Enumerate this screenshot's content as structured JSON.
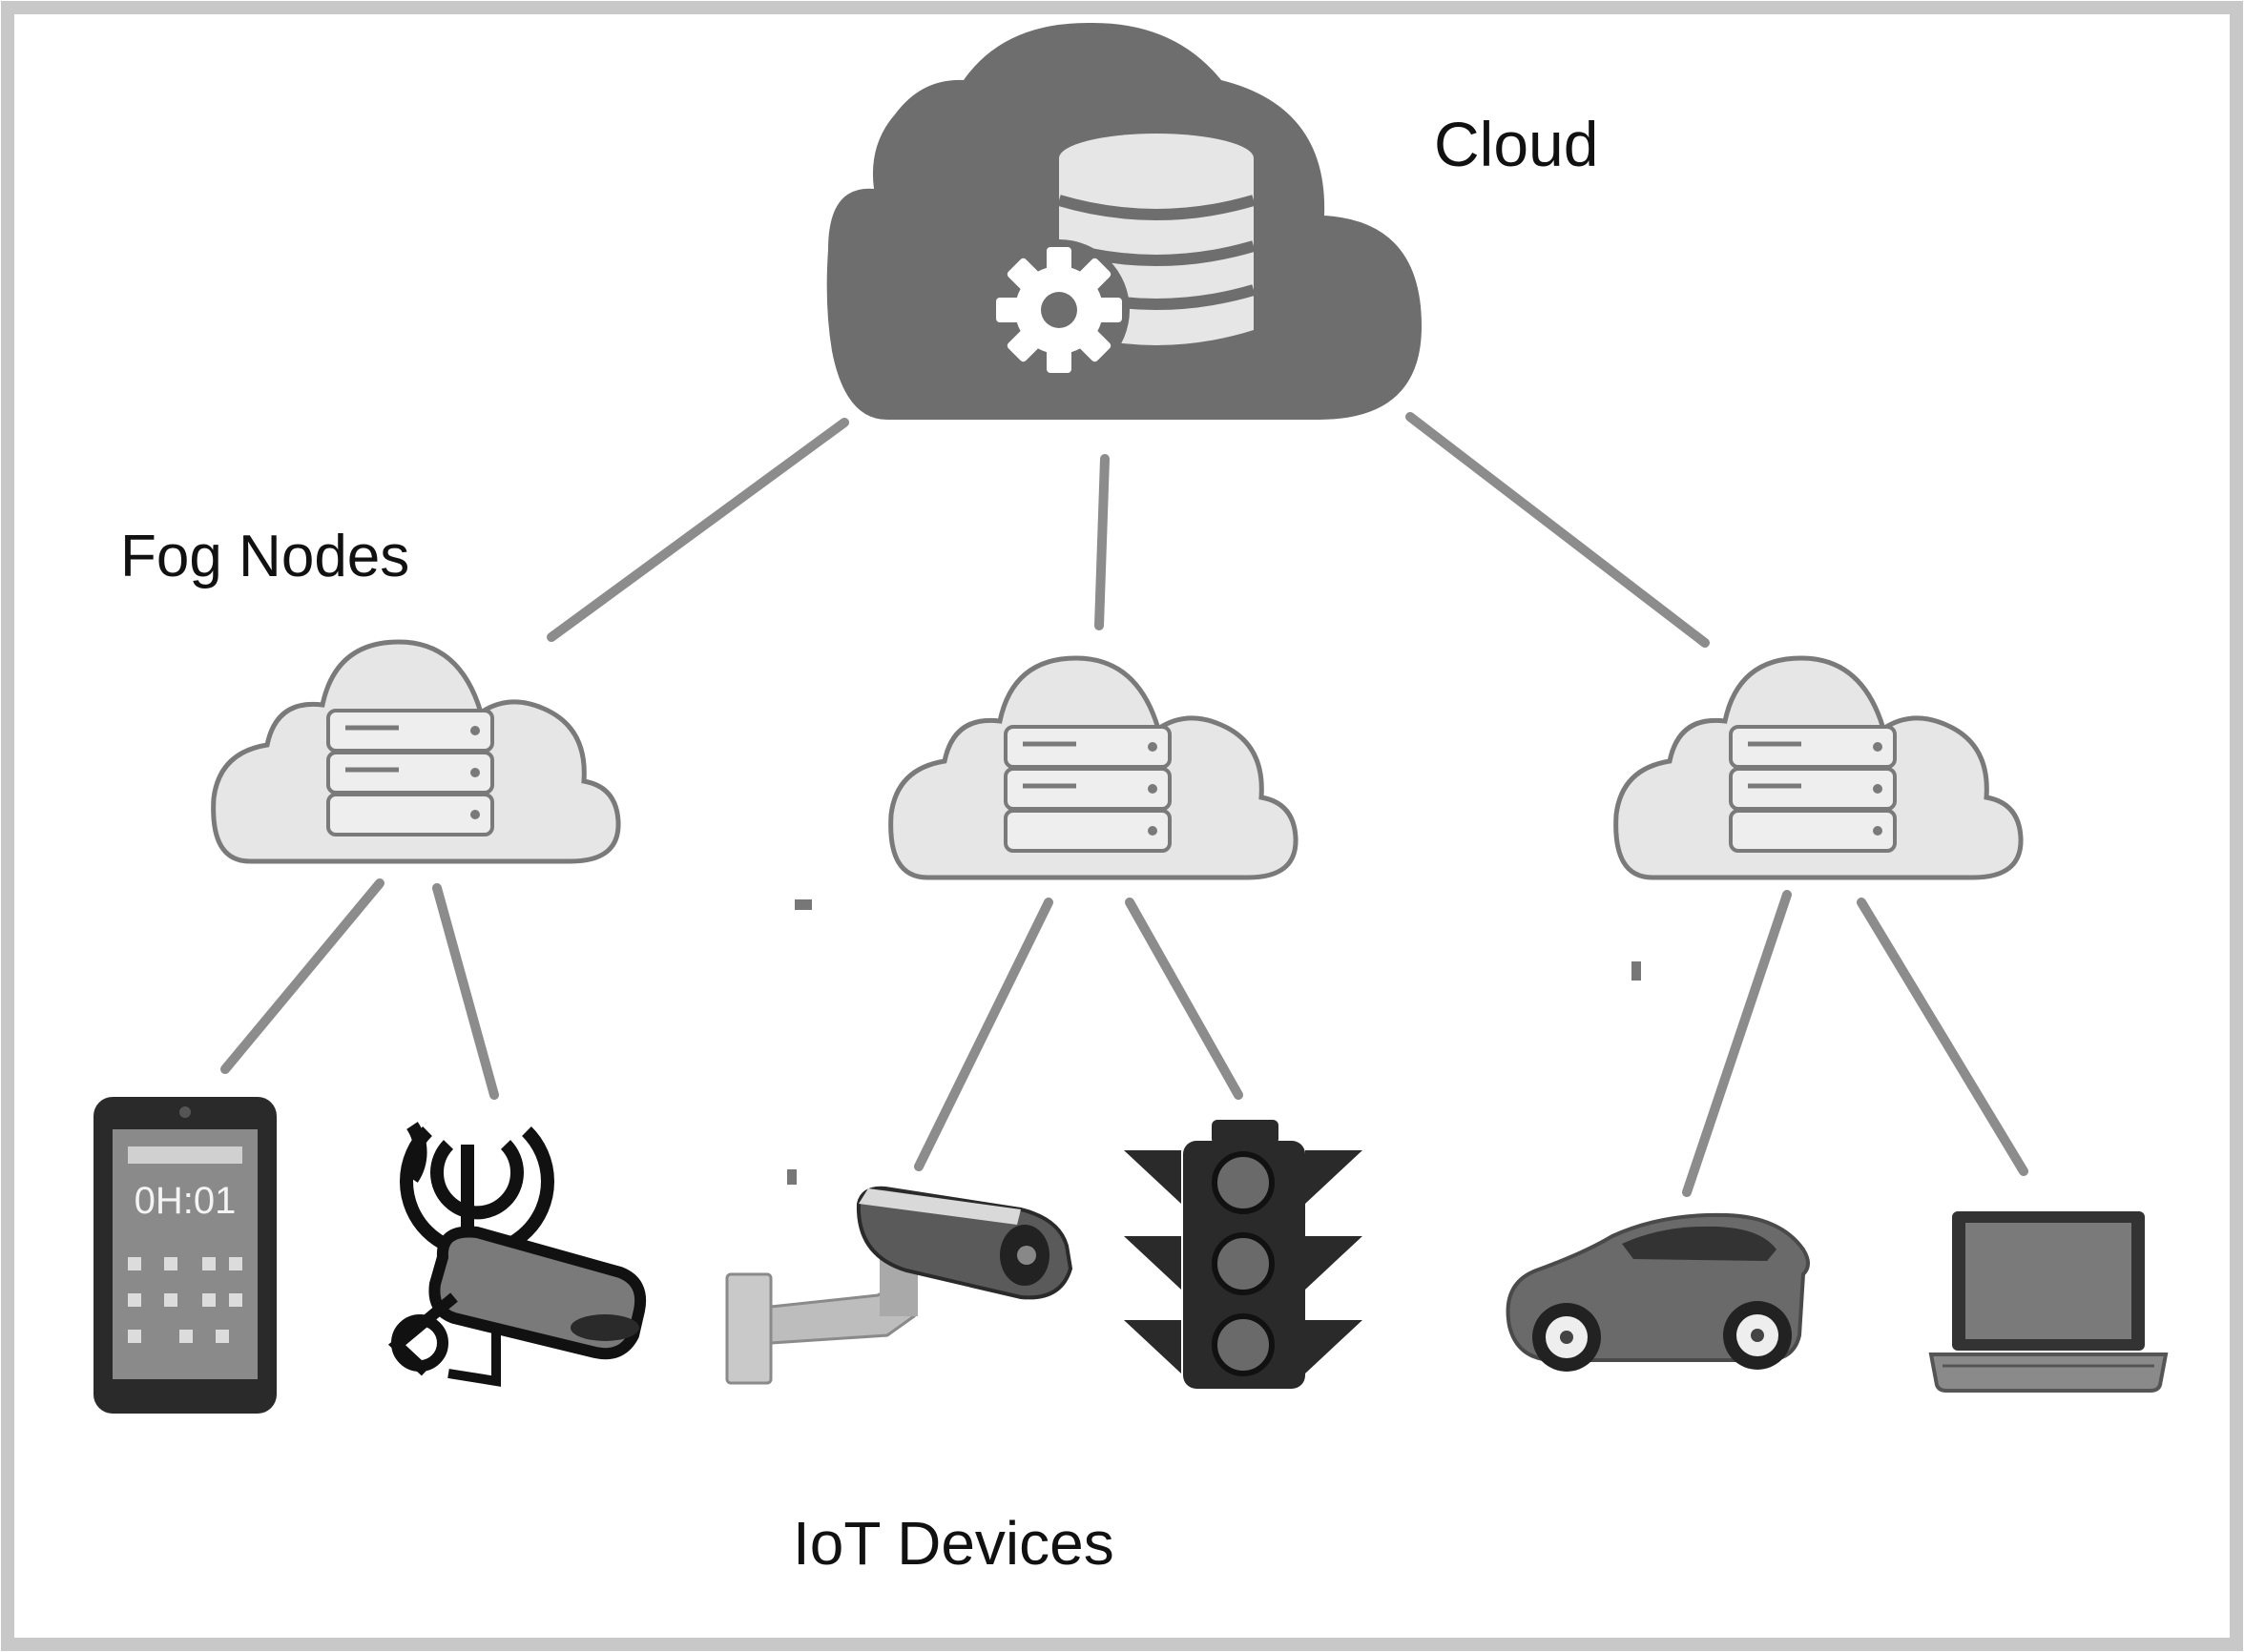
{
  "labels": {
    "cloud": "Cloud",
    "fog_nodes": "Fog Nodes",
    "iot_devices": "IoT Devices"
  },
  "display_text": {
    "phone_clock": "0H:01"
  },
  "nodes": {
    "cloud": {
      "icon": "cloud-database-gear-icon"
    },
    "fog_nodes": [
      {
        "icon": "fog-server-cloud-icon"
      },
      {
        "icon": "fog-server-cloud-icon"
      },
      {
        "icon": "fog-server-cloud-icon"
      }
    ],
    "iot_devices": [
      {
        "icon": "smartphone-icon",
        "fog_node": 0
      },
      {
        "icon": "wireless-sensor-icon",
        "fog_node": 0
      },
      {
        "icon": "security-camera-icon",
        "fog_node": 1
      },
      {
        "icon": "traffic-light-icon",
        "fog_node": 1
      },
      {
        "icon": "car-icon",
        "fog_node": 2
      },
      {
        "icon": "laptop-icon",
        "fog_node": 2
      }
    ]
  },
  "colors": {
    "frame": "#c8c8c8",
    "connector": "#8c8c8c",
    "cloud_fill": "#6e6e6e",
    "fog_fill": "#e6e6e6",
    "fog_stroke": "#7a7a7a",
    "text": "#111111"
  }
}
